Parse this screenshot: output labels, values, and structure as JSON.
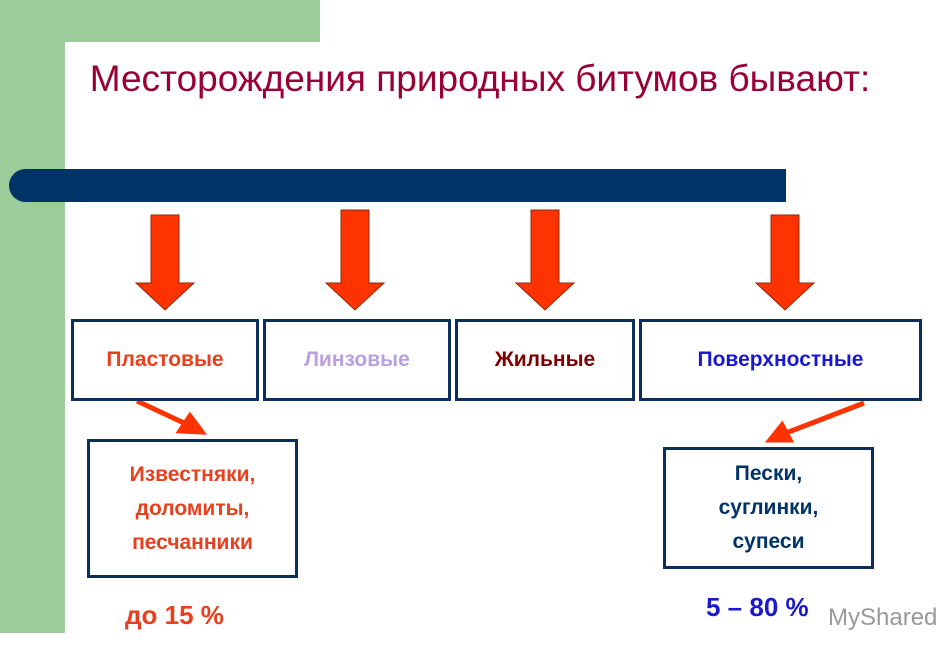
{
  "title": "Месторождения природных битумов бывают:",
  "types": [
    "Пластовые",
    "Линзовые",
    "Жильные",
    "Поверхностные"
  ],
  "rocks_left": "Известняки, доломиты, песчанники",
  "rocks_right": "Пески, суглинки, супеси",
  "pct_left": "до 15 %",
  "pct_right": "5 – 80 %",
  "watermark": "MyShared",
  "colors": {
    "green": "#9ccc9a",
    "navy": "#003366",
    "title": "#990033",
    "arrow": "#ff3300"
  }
}
